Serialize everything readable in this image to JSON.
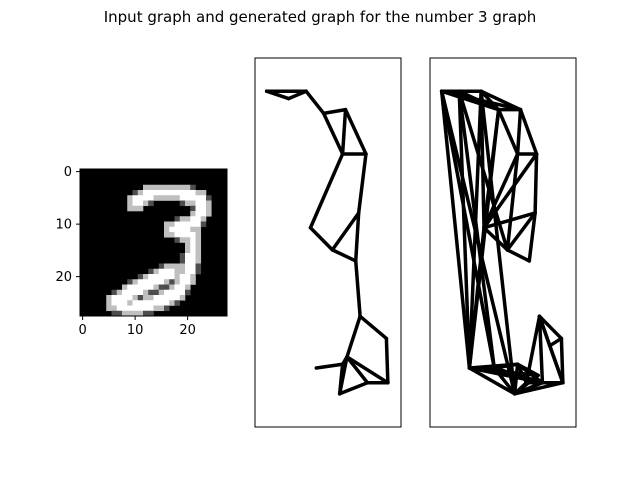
{
  "figure": {
    "title": "Input graph and generated graph for the number 3 graph"
  },
  "chart_data": [
    {
      "type": "heatmap",
      "description_role": "input-image",
      "shape": [
        28,
        28
      ],
      "colormap": "gray",
      "x_ticks": [
        0,
        10,
        20
      ],
      "y_ticks": [
        0,
        10,
        20
      ],
      "x_tick_labels": [
        "0",
        "10",
        "20"
      ],
      "y_tick_labels": [
        "0",
        "10",
        "20"
      ],
      "xlim": [
        -0.5,
        27.5
      ],
      "ylim": [
        27.5,
        -0.5
      ],
      "stroke_path": [
        [
          10,
          6
        ],
        [
          13,
          4
        ],
        [
          18,
          4
        ],
        [
          22,
          5
        ],
        [
          23,
          7
        ],
        [
          21,
          10
        ],
        [
          17,
          11
        ],
        [
          21,
          12
        ],
        [
          21,
          15
        ],
        [
          20,
          20
        ],
        [
          18,
          23
        ],
        [
          14,
          25
        ],
        [
          9,
          26
        ],
        [
          6,
          25
        ],
        [
          9,
          23
        ],
        [
          13,
          21
        ],
        [
          17,
          19
        ]
      ]
    },
    {
      "type": "graph",
      "description_role": "input-graph",
      "xlim": [
        0,
        1
      ],
      "ylim": [
        0,
        1
      ],
      "ticks": false,
      "nodes": [
        [
          0.08,
          0.91
        ],
        [
          0.23,
          0.89
        ],
        [
          0.35,
          0.91
        ],
        [
          0.47,
          0.85
        ],
        [
          0.62,
          0.86
        ],
        [
          0.76,
          0.74
        ],
        [
          0.6,
          0.74
        ],
        [
          0.71,
          0.58
        ],
        [
          0.69,
          0.45
        ],
        [
          0.53,
          0.48
        ],
        [
          0.38,
          0.54
        ],
        [
          0.72,
          0.3
        ],
        [
          0.9,
          0.24
        ],
        [
          0.91,
          0.12
        ],
        [
          0.77,
          0.12
        ],
        [
          0.63,
          0.19
        ],
        [
          0.6,
          0.17
        ],
        [
          0.42,
          0.16
        ],
        [
          0.58,
          0.09
        ]
      ],
      "edges": [
        [
          0,
          1
        ],
        [
          1,
          2
        ],
        [
          0,
          2
        ],
        [
          2,
          3
        ],
        [
          3,
          4
        ],
        [
          4,
          6
        ],
        [
          4,
          5
        ],
        [
          3,
          6
        ],
        [
          6,
          5
        ],
        [
          5,
          7
        ],
        [
          6,
          10
        ],
        [
          7,
          9
        ],
        [
          10,
          9
        ],
        [
          9,
          8
        ],
        [
          7,
          8
        ],
        [
          8,
          11
        ],
        [
          11,
          12
        ],
        [
          12,
          13
        ],
        [
          11,
          15
        ],
        [
          15,
          16
        ],
        [
          16,
          17
        ],
        [
          15,
          18
        ],
        [
          16,
          18
        ],
        [
          18,
          14
        ],
        [
          14,
          13
        ],
        [
          15,
          14
        ],
        [
          15,
          13
        ]
      ]
    },
    {
      "type": "graph",
      "description_role": "generated-graph",
      "xlim": [
        0,
        1
      ],
      "ylim": [
        0,
        1
      ],
      "ticks": false,
      "nodes": [
        [
          0.08,
          0.91
        ],
        [
          0.2,
          0.91
        ],
        [
          0.35,
          0.91
        ],
        [
          0.47,
          0.86
        ],
        [
          0.62,
          0.86
        ],
        [
          0.73,
          0.74
        ],
        [
          0.6,
          0.74
        ],
        [
          0.72,
          0.58
        ],
        [
          0.37,
          0.54
        ],
        [
          0.53,
          0.48
        ],
        [
          0.68,
          0.45
        ],
        [
          0.75,
          0.3
        ],
        [
          0.9,
          0.24
        ],
        [
          0.91,
          0.12
        ],
        [
          0.77,
          0.12
        ],
        [
          0.6,
          0.17
        ],
        [
          0.44,
          0.16
        ],
        [
          0.27,
          0.16
        ],
        [
          0.58,
          0.09
        ],
        [
          0.74,
          0.14
        ],
        [
          0.66,
          0.12
        ],
        [
          0.82,
          0.22
        ]
      ],
      "edges": [
        [
          0,
          1
        ],
        [
          1,
          2
        ],
        [
          2,
          3
        ],
        [
          0,
          3
        ],
        [
          1,
          3
        ],
        [
          0,
          4
        ],
        [
          2,
          4
        ],
        [
          3,
          4
        ],
        [
          4,
          6
        ],
        [
          4,
          5
        ],
        [
          3,
          6
        ],
        [
          6,
          5
        ],
        [
          5,
          7
        ],
        [
          6,
          8
        ],
        [
          3,
          8
        ],
        [
          2,
          8
        ],
        [
          1,
          9
        ],
        [
          7,
          9
        ],
        [
          8,
          9
        ],
        [
          9,
          10
        ],
        [
          7,
          10
        ],
        [
          8,
          7
        ],
        [
          5,
          8
        ],
        [
          6,
          9
        ],
        [
          0,
          17
        ],
        [
          1,
          17
        ],
        [
          0,
          18
        ],
        [
          2,
          18
        ],
        [
          1,
          16
        ],
        [
          3,
          17
        ],
        [
          8,
          17
        ],
        [
          0,
          16
        ],
        [
          2,
          17
        ],
        [
          17,
          16
        ],
        [
          17,
          18
        ],
        [
          16,
          18
        ],
        [
          18,
          15
        ],
        [
          16,
          15
        ],
        [
          15,
          20
        ],
        [
          17,
          15
        ],
        [
          18,
          14
        ],
        [
          14,
          13
        ],
        [
          13,
          12
        ],
        [
          12,
          11
        ],
        [
          11,
          14
        ],
        [
          11,
          13
        ],
        [
          11,
          21
        ],
        [
          21,
          12
        ],
        [
          21,
          13
        ],
        [
          14,
          15
        ],
        [
          19,
          18
        ],
        [
          19,
          20
        ],
        [
          20,
          18
        ],
        [
          17,
          19
        ],
        [
          17,
          14
        ],
        [
          16,
          14
        ],
        [
          20,
          14
        ],
        [
          15,
          19
        ],
        [
          18,
          13
        ],
        [
          11,
          20
        ]
      ]
    }
  ]
}
